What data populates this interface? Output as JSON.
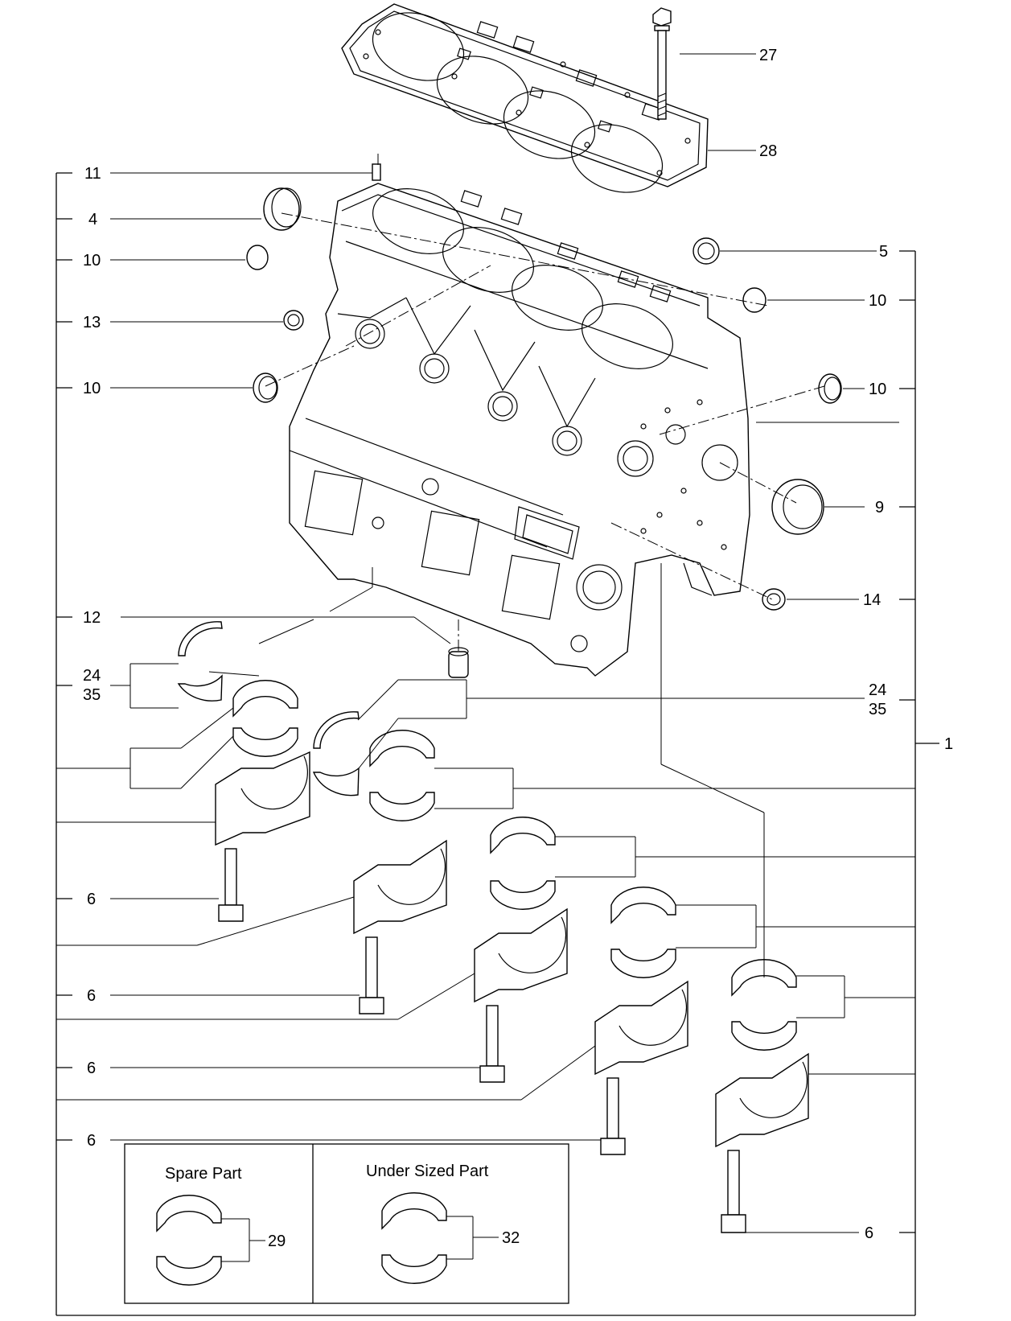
{
  "callouts": {
    "c27": "27",
    "c28": "28",
    "c11": "11",
    "c4": "4",
    "c10a": "10",
    "c13": "13",
    "c10b": "10",
    "c5": "5",
    "c10c": "10",
    "c10d": "10",
    "c9": "9",
    "c14": "14",
    "c12": "12",
    "c24a": "24",
    "c35a": "35",
    "c24b": "24",
    "c35b": "35",
    "c1": "1",
    "c6a": "6",
    "c6b": "6",
    "c6c": "6",
    "c6d": "6",
    "c6e": "6",
    "c29": "29",
    "c32": "32"
  },
  "boxes": {
    "spare_title": "Spare Part",
    "undersized_title": "Under Sized Part"
  },
  "colors": {
    "line": "#000000",
    "background": "#ffffff"
  }
}
